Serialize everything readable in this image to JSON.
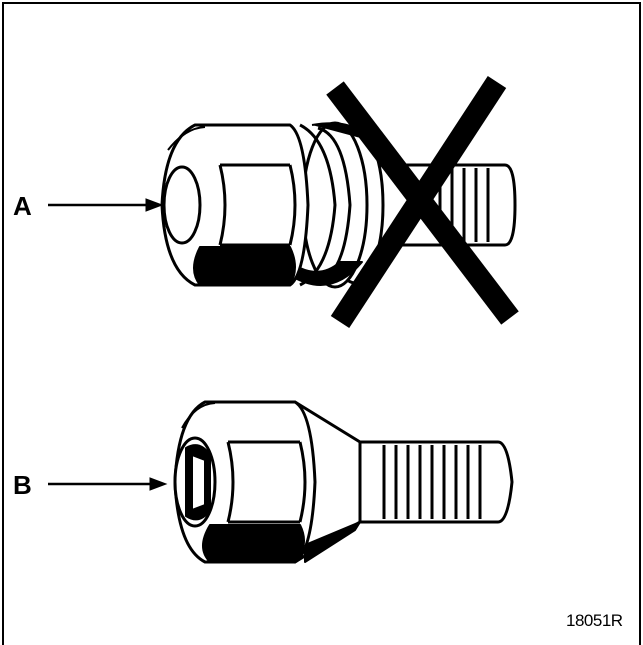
{
  "labels": {
    "a": "A",
    "b": "B"
  },
  "reference_code": "18051R",
  "colors": {
    "line": "#000000",
    "background": "#ffffff"
  },
  "icons": {
    "cross": "rejected-x-mark"
  }
}
